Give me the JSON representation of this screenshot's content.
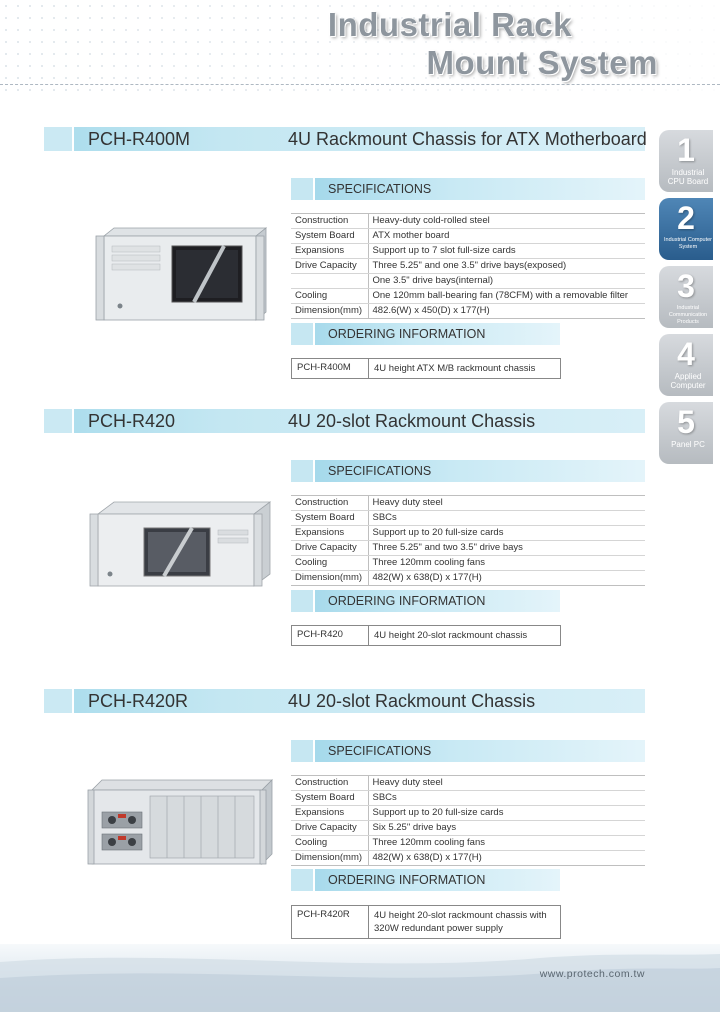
{
  "header": {
    "title_line1": "Industrial Rack",
    "title_line2": "Mount System"
  },
  "side_tabs": [
    {
      "num": "1",
      "label": "Industrial CPU Board",
      "active": false
    },
    {
      "num": "2",
      "label": "Industrial Computer System",
      "active": true
    },
    {
      "num": "3",
      "label": "Industrial Communication Products",
      "active": false
    },
    {
      "num": "4",
      "label": "Applied Computer",
      "active": false
    },
    {
      "num": "5",
      "label": "Panel PC",
      "active": false
    }
  ],
  "labels": {
    "specifications": "SPECIFICATIONS",
    "ordering": "ORDERING INFORMATION"
  },
  "products": [
    {
      "model": "PCH-R400M",
      "title": "4U Rackmount Chassis for ATX Motherboard",
      "specs": [
        {
          "key": "Construction",
          "value": "Heavy-duty cold-rolled steel"
        },
        {
          "key": "System Board",
          "value": "ATX mother board"
        },
        {
          "key": "Expansions",
          "value": "Support up to 7 slot  full-size cards"
        },
        {
          "key": "Drive Capacity",
          "value": "Three 5.25\" and one 3.5\" drive bays(exposed)"
        },
        {
          "key": "",
          "value": "One 3.5\" drive bays(internal)"
        },
        {
          "key": "Cooling",
          "value": "One 120mm ball-bearing fan (78CFM) with a removable filter"
        },
        {
          "key": "Dimension(mm)",
          "value": "482.6(W) x 450(D) x 177(H)"
        }
      ],
      "order": {
        "model": "PCH-R400M",
        "desc": "4U height ATX M/B rackmount chassis"
      }
    },
    {
      "model": "PCH-R420",
      "title": "4U 20-slot Rackmount Chassis",
      "specs": [
        {
          "key": "Construction",
          "value": "Heavy duty steel"
        },
        {
          "key": "System Board",
          "value": "SBCs"
        },
        {
          "key": "Expansions",
          "value": "Support up to 20 full-size cards"
        },
        {
          "key": "Drive Capacity",
          "value": "Three 5.25\" and two 3.5\" drive bays"
        },
        {
          "key": "Cooling",
          "value": "Three 120mm cooling fans"
        },
        {
          "key": "Dimension(mm)",
          "value": "482(W) x 638(D) x 177(H)"
        }
      ],
      "order": {
        "model": "PCH-R420",
        "desc": "4U height 20-slot rackmount chassis"
      }
    },
    {
      "model": "PCH-R420R",
      "title": "4U 20-slot Rackmount Chassis",
      "specs": [
        {
          "key": "Construction",
          "value": "Heavy duty steel"
        },
        {
          "key": "System Board",
          "value": "SBCs"
        },
        {
          "key": "Expansions",
          "value": "Support up to 20 full-size cards"
        },
        {
          "key": "Drive Capacity",
          "value": "Six 5.25\" drive bays"
        },
        {
          "key": "Cooling",
          "value": "Three 120mm cooling fans"
        },
        {
          "key": "Dimension(mm)",
          "value": "482(W) x 638(D) x 177(H)"
        }
      ],
      "order": {
        "model": "PCH-R420R",
        "desc": "4U height 20-slot rackmount chassis with 320W redundant power supply"
      }
    }
  ],
  "footer": {
    "url": "www.protech.com.tw"
  }
}
